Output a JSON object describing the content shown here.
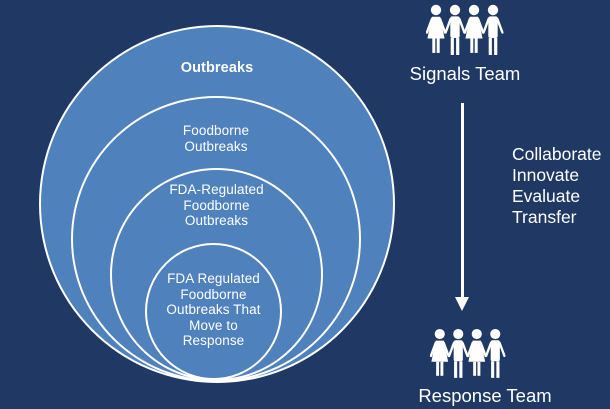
{
  "colors": {
    "background": "#1f3864",
    "circle": "#4f81bd",
    "stroke": "#ffffff",
    "text": "#ffffff"
  },
  "venn": {
    "level1_label": "Outbreaks",
    "level2_label": "Foodborne\nOutbreaks",
    "level3_label": "FDA-Regulated\nFoodborne\nOutbreaks",
    "level4_label": "FDA Regulated\nFoodborne\nOutbreaks That\nMove to\nResponse"
  },
  "right_panel": {
    "signals_team": {
      "label": "Signals Team",
      "icon": "people-group-icon"
    },
    "arrow": {
      "icon": "down-arrow-icon",
      "direction": "down"
    },
    "process_steps": "Collaborate\nInnovate\nEvaluate\nTransfer",
    "response_team": {
      "label": "Response Team",
      "icon": "people-group-icon"
    }
  }
}
